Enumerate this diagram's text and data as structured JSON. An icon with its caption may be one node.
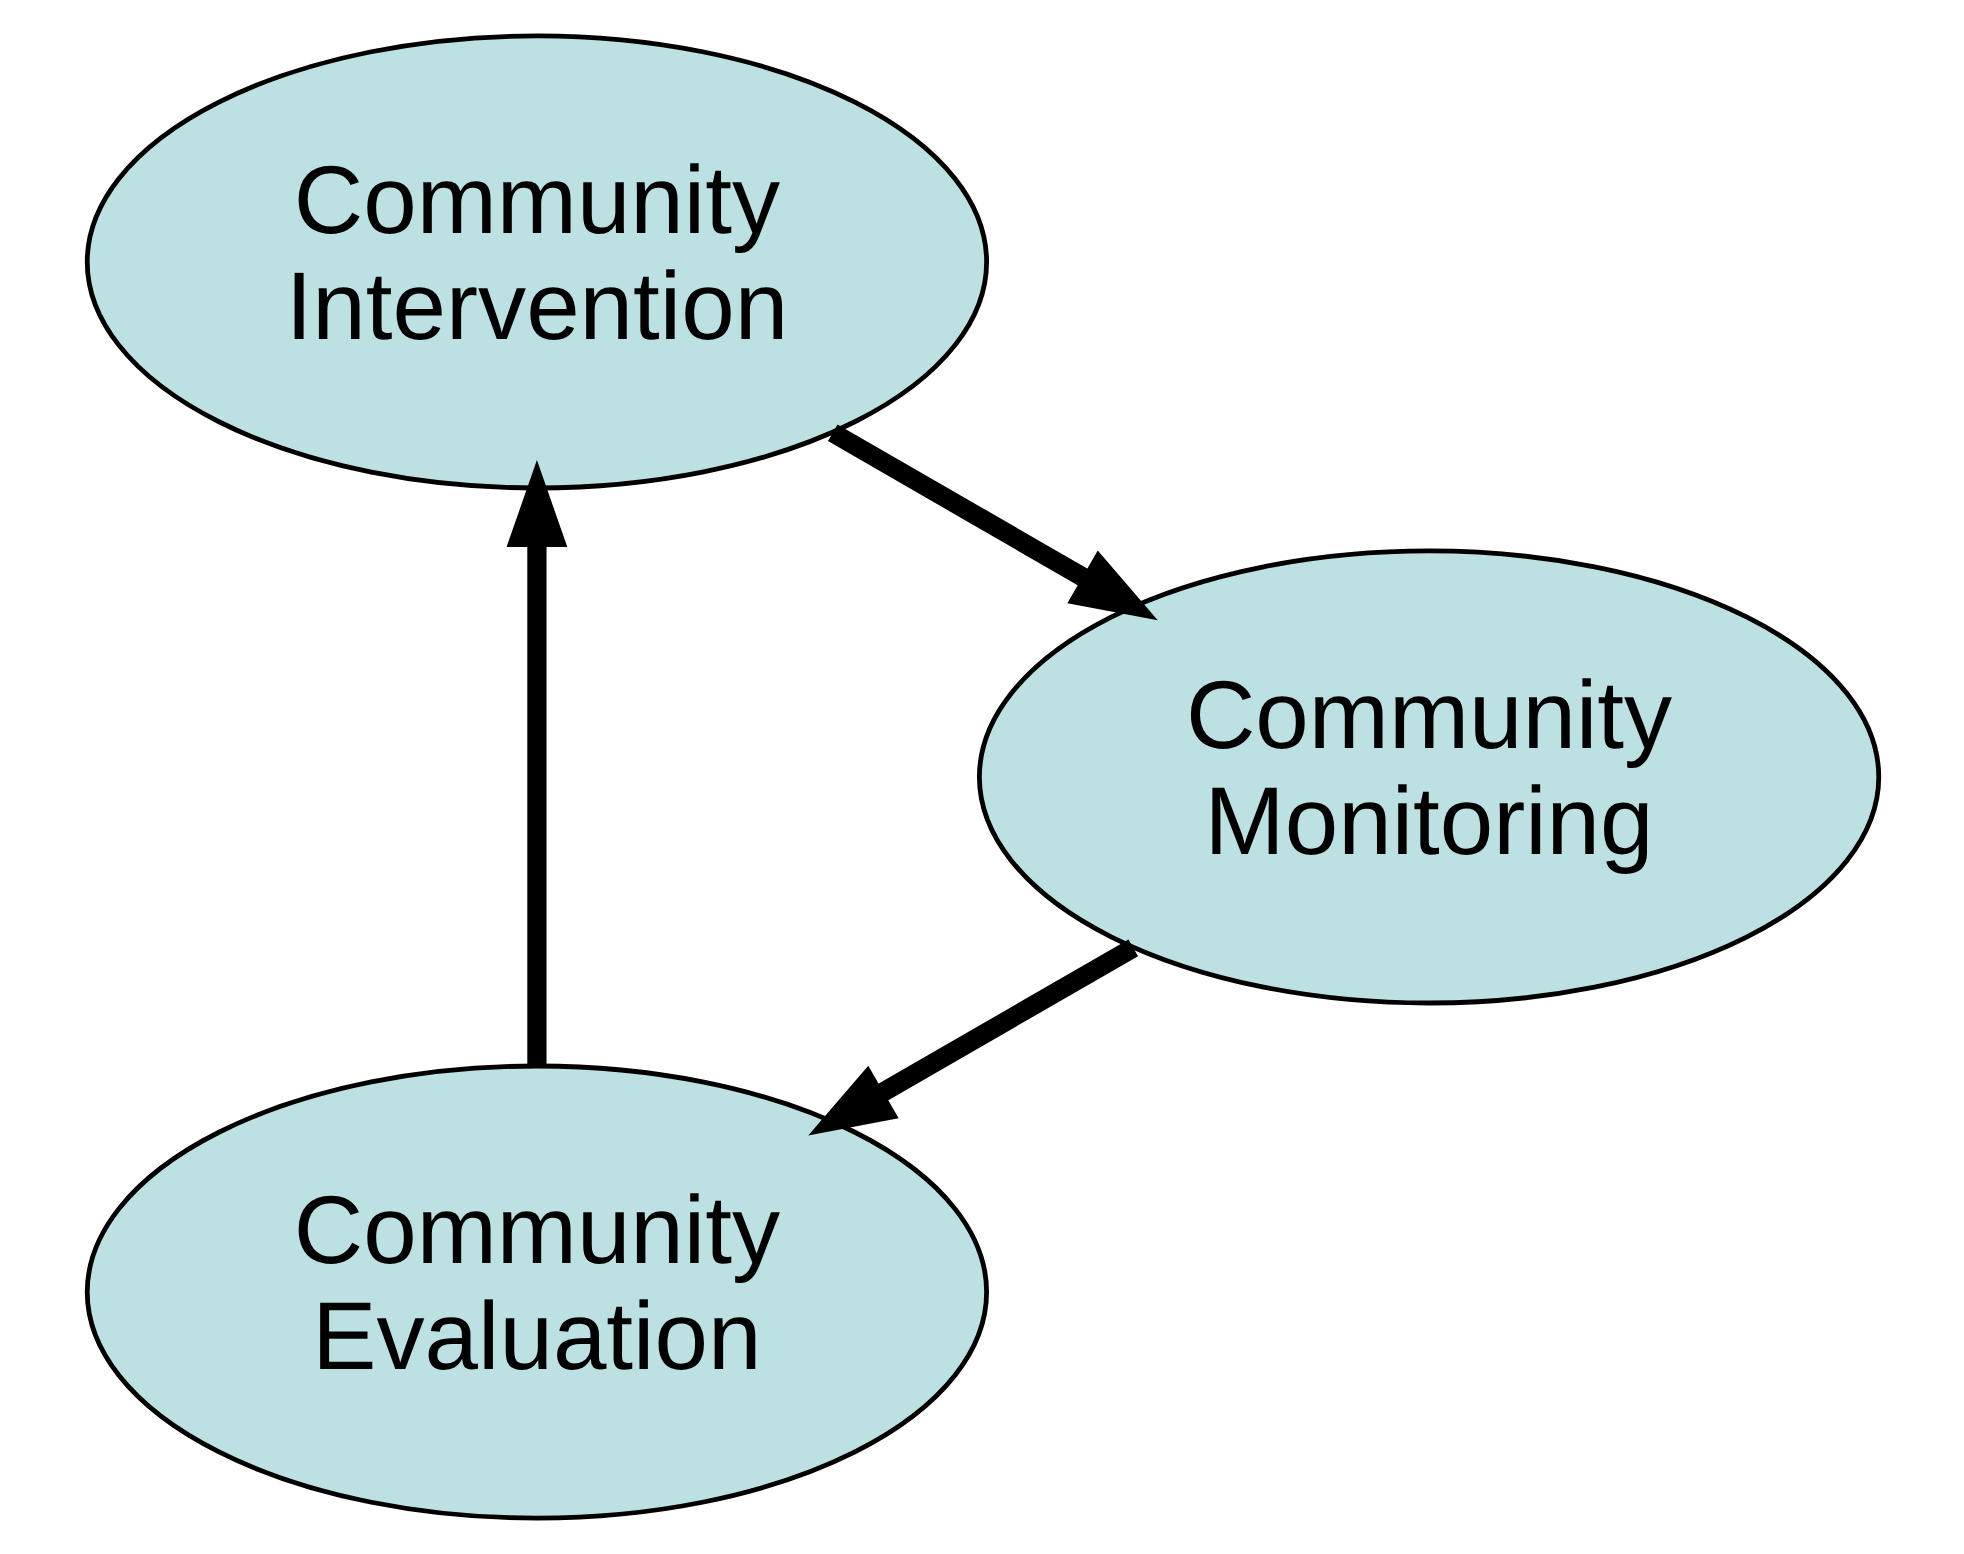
{
  "diagram": {
    "nodes": [
      {
        "text": [
          "Community Evaluation"
        ]
      },
      {
        "text": [
          "Community Intervention"
        ]
      },
      {
        "text": [
          "Community Monitoring"
        ]
      }
    ],
    "edges": [
      {
        "from": 0,
        "to": 1,
        "arrow": "to"
      },
      {
        "from": 1,
        "to": 2,
        "arrow": "to"
      },
      {
        "from": 2,
        "to": 0,
        "arrow": "to"
      }
    ]
  }
}
